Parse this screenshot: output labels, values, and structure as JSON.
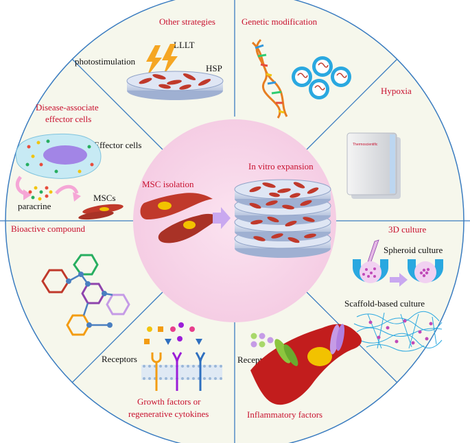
{
  "colors": {
    "title_red": "#c8102e",
    "background": "#f6f7ec",
    "center_pink": "#f8d6ea",
    "divider_blue": "#3a7cc0",
    "cell_red": "#c0392b",
    "nucleus_yellow": "#f2c200",
    "arrow_lavender": "#c9a8f0"
  },
  "center": {
    "left_label": "MSC isolation",
    "right_label": "In vitro expansion"
  },
  "sectors": {
    "other_strategies": {
      "title": "Other strategies",
      "labels": {
        "lllt": "LLLT",
        "photostimulation": "photostimulation",
        "hsp": "HSP"
      }
    },
    "genetic_modification": {
      "title": "Genetic modification"
    },
    "hypoxia": {
      "title": "Hypoxia",
      "device_brand": "Thermoscientific"
    },
    "culture_3d": {
      "title": "3D culture",
      "labels": {
        "spheroid": "Spheroid culture",
        "scaffold": "Scaffold-based culture"
      }
    },
    "inflammatory": {
      "title": "Inflammatory factors",
      "labels": {
        "receptors": "Receptors"
      }
    },
    "growth_factors": {
      "title_line1": "Growth factors or",
      "title_line2": "regenerative cytokines",
      "labels": {
        "receptors": "Receptors"
      }
    },
    "bioactive": {
      "title": "Bioactive compound"
    },
    "disease_effector": {
      "title_line1": "Disease-associate",
      "title_line2": "effector cells",
      "labels": {
        "effector_cells": "Effector cells",
        "paracrine": "paracrine",
        "mscs": "MSCs"
      }
    }
  }
}
